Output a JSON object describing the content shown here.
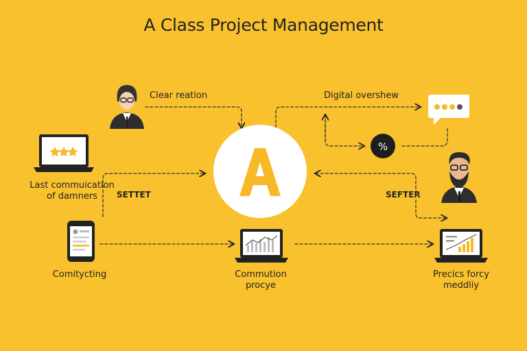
{
  "title": "A Class Project Management",
  "center_letter": "A",
  "labels": {
    "clear_relation": "Clear reation",
    "digital_overview": "Digital overshew",
    "percent_symbol": "%",
    "last_comm_line1": "Last commuication",
    "last_comm_line2": "of damners",
    "settet": "SETTET",
    "sefter": "SEFTER",
    "completing": "Comitycting",
    "commution_line1": "Commution",
    "commution_line2": "procye",
    "predicts_line1": "Precics forcy",
    "predicts_line2": "meddliy"
  },
  "colors": {
    "background": "#F9C12E",
    "accent": "#F7B928",
    "dark": "#222222",
    "white": "#FFFFFF"
  }
}
